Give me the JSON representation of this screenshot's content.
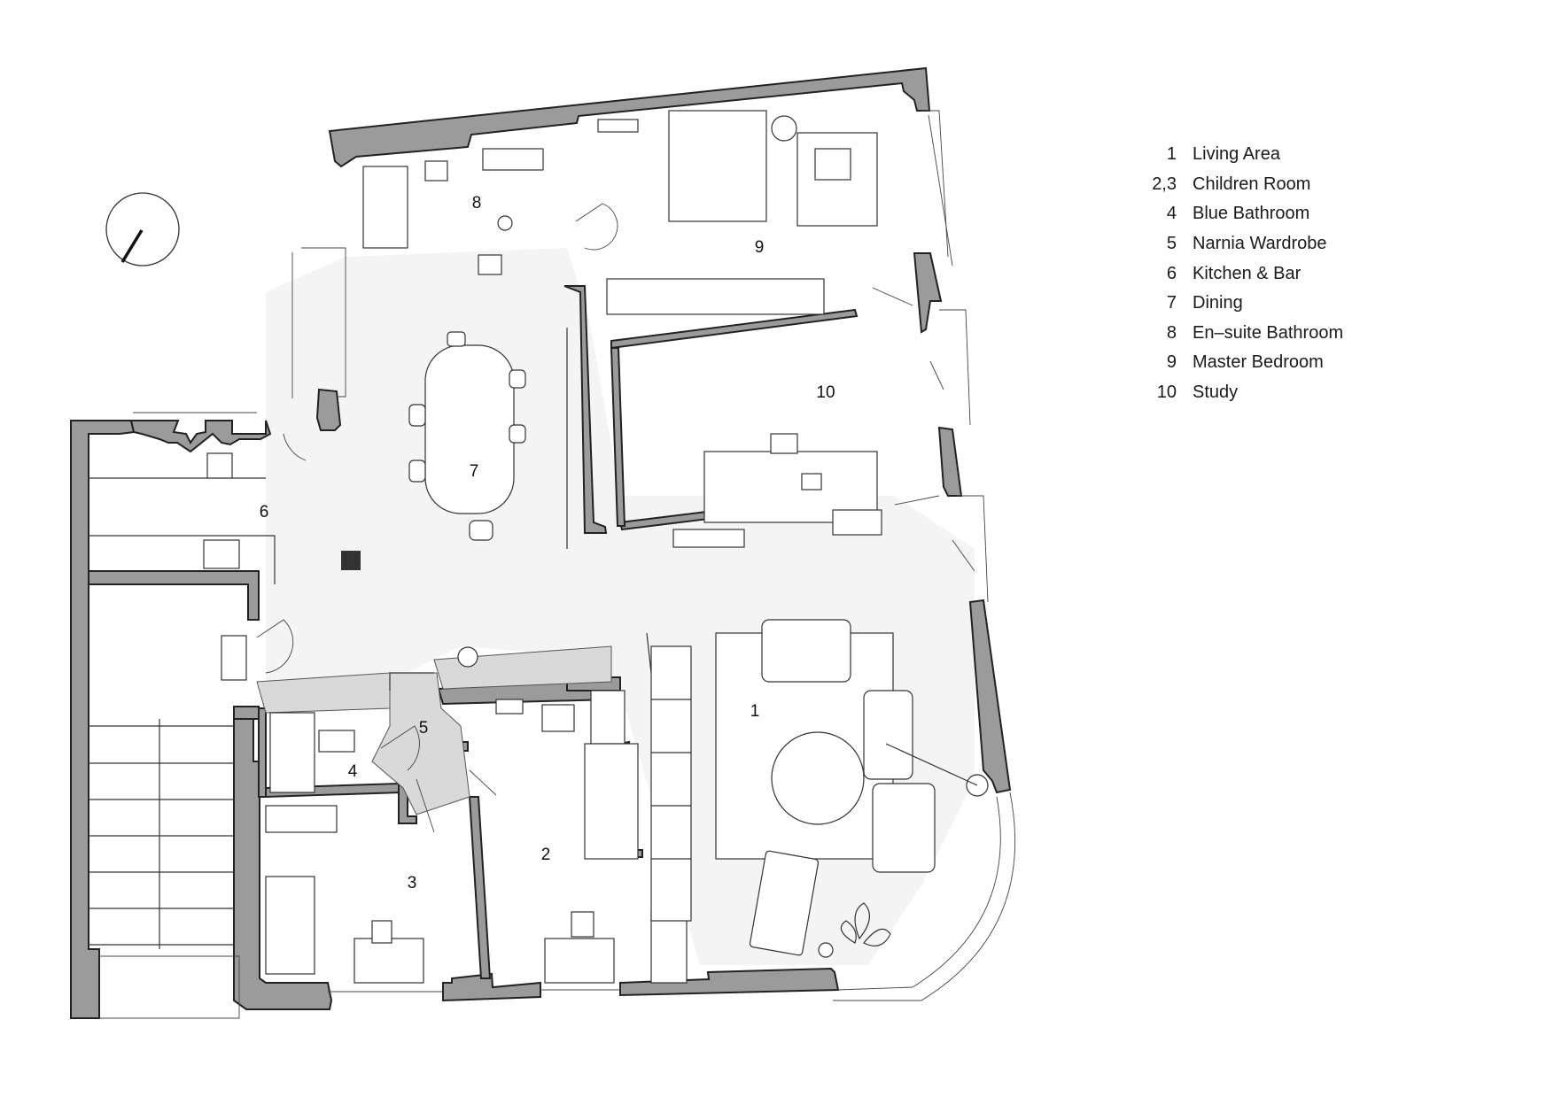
{
  "rooms": [
    {
      "num": "1",
      "name": "Living Area"
    },
    {
      "num": "2,3",
      "name": "Children Room"
    },
    {
      "num": "4",
      "name": "Blue Bathroom"
    },
    {
      "num": "5",
      "name": "Narnia Wardrobe"
    },
    {
      "num": "6",
      "name": "Kitchen & Bar"
    },
    {
      "num": "7",
      "name": "Dining"
    },
    {
      "num": "8",
      "name": "En–suite Bathroom"
    },
    {
      "num": "9",
      "name": "Master Bedroom"
    },
    {
      "num": "10",
      "name": "Study"
    }
  ],
  "labels": {
    "l1": "1",
    "l2": "2",
    "l3": "3",
    "l4": "4",
    "l5": "5",
    "l6": "6",
    "l7": "7",
    "l8": "8",
    "l9": "9",
    "l10": "10"
  },
  "colors": {
    "wall": "#9b9b9b",
    "floor": "#f4f4f5",
    "wardrobe": "#d9d9d9"
  },
  "icons": {
    "compass": "north-arrow-icon"
  }
}
